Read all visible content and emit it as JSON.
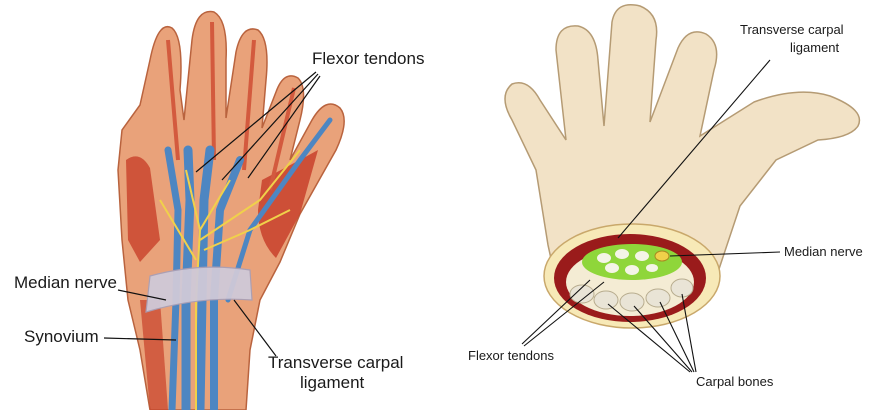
{
  "figure": {
    "left_panel": {
      "labels": {
        "flexor_tendons": "Flexor tendons",
        "median_nerve": "Median nerve",
        "synovium": "Synovium",
        "transverse_carpal_line1": "Transverse carpal",
        "transverse_carpal_line2": "ligament"
      }
    },
    "right_panel": {
      "labels": {
        "transverse_carpal_line1": "Transverse carpal",
        "transverse_carpal_line2": "ligament",
        "median_nerve": "Median nerve",
        "flexor_tendons": "Flexor tendons",
        "carpal_bones": "Carpal bones"
      }
    }
  },
  "colors": {
    "skin_left": "#e9a27a",
    "muscle_red": "#c8412b",
    "tendon_blue": "#4d86c2",
    "nerve_yellow": "#f0d14a",
    "ligament_grey": "#cfc9d8",
    "skin_right": "#f2e2c6",
    "ring_red": "#9a1b1b",
    "tendon_green": "#8fd63a"
  }
}
